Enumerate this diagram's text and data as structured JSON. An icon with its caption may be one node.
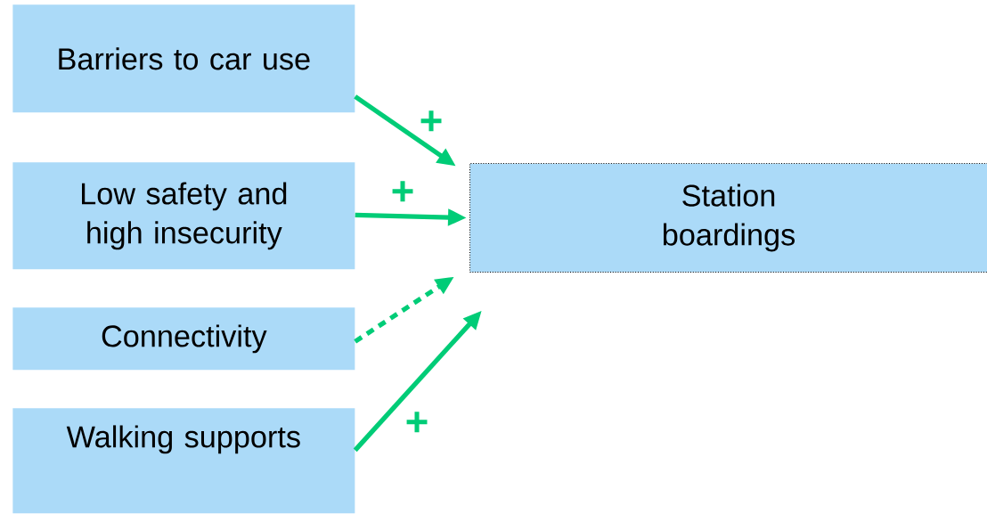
{
  "diagram": {
    "nodes": [
      {
        "text": [
          "Barriers to car use"
        ]
      },
      {
        "text": [
          "Low safety and high insecurity"
        ]
      },
      {
        "text": [
          "Connectivity"
        ]
      },
      {
        "text": [
          "Walking supports"
        ]
      },
      {
        "text": [
          "Station boardings"
        ]
      }
    ],
    "edges": [
      {
        "from": 0,
        "to": 4,
        "arrow": "to",
        "label": "+"
      },
      {
        "from": 1,
        "to": 4,
        "arrow": "to",
        "label": "+"
      },
      {
        "from": 2,
        "to": 4,
        "arrow": "to",
        "style": "dashed"
      },
      {
        "from": 3,
        "to": 4,
        "arrow": "to",
        "label": "+"
      }
    ]
  }
}
